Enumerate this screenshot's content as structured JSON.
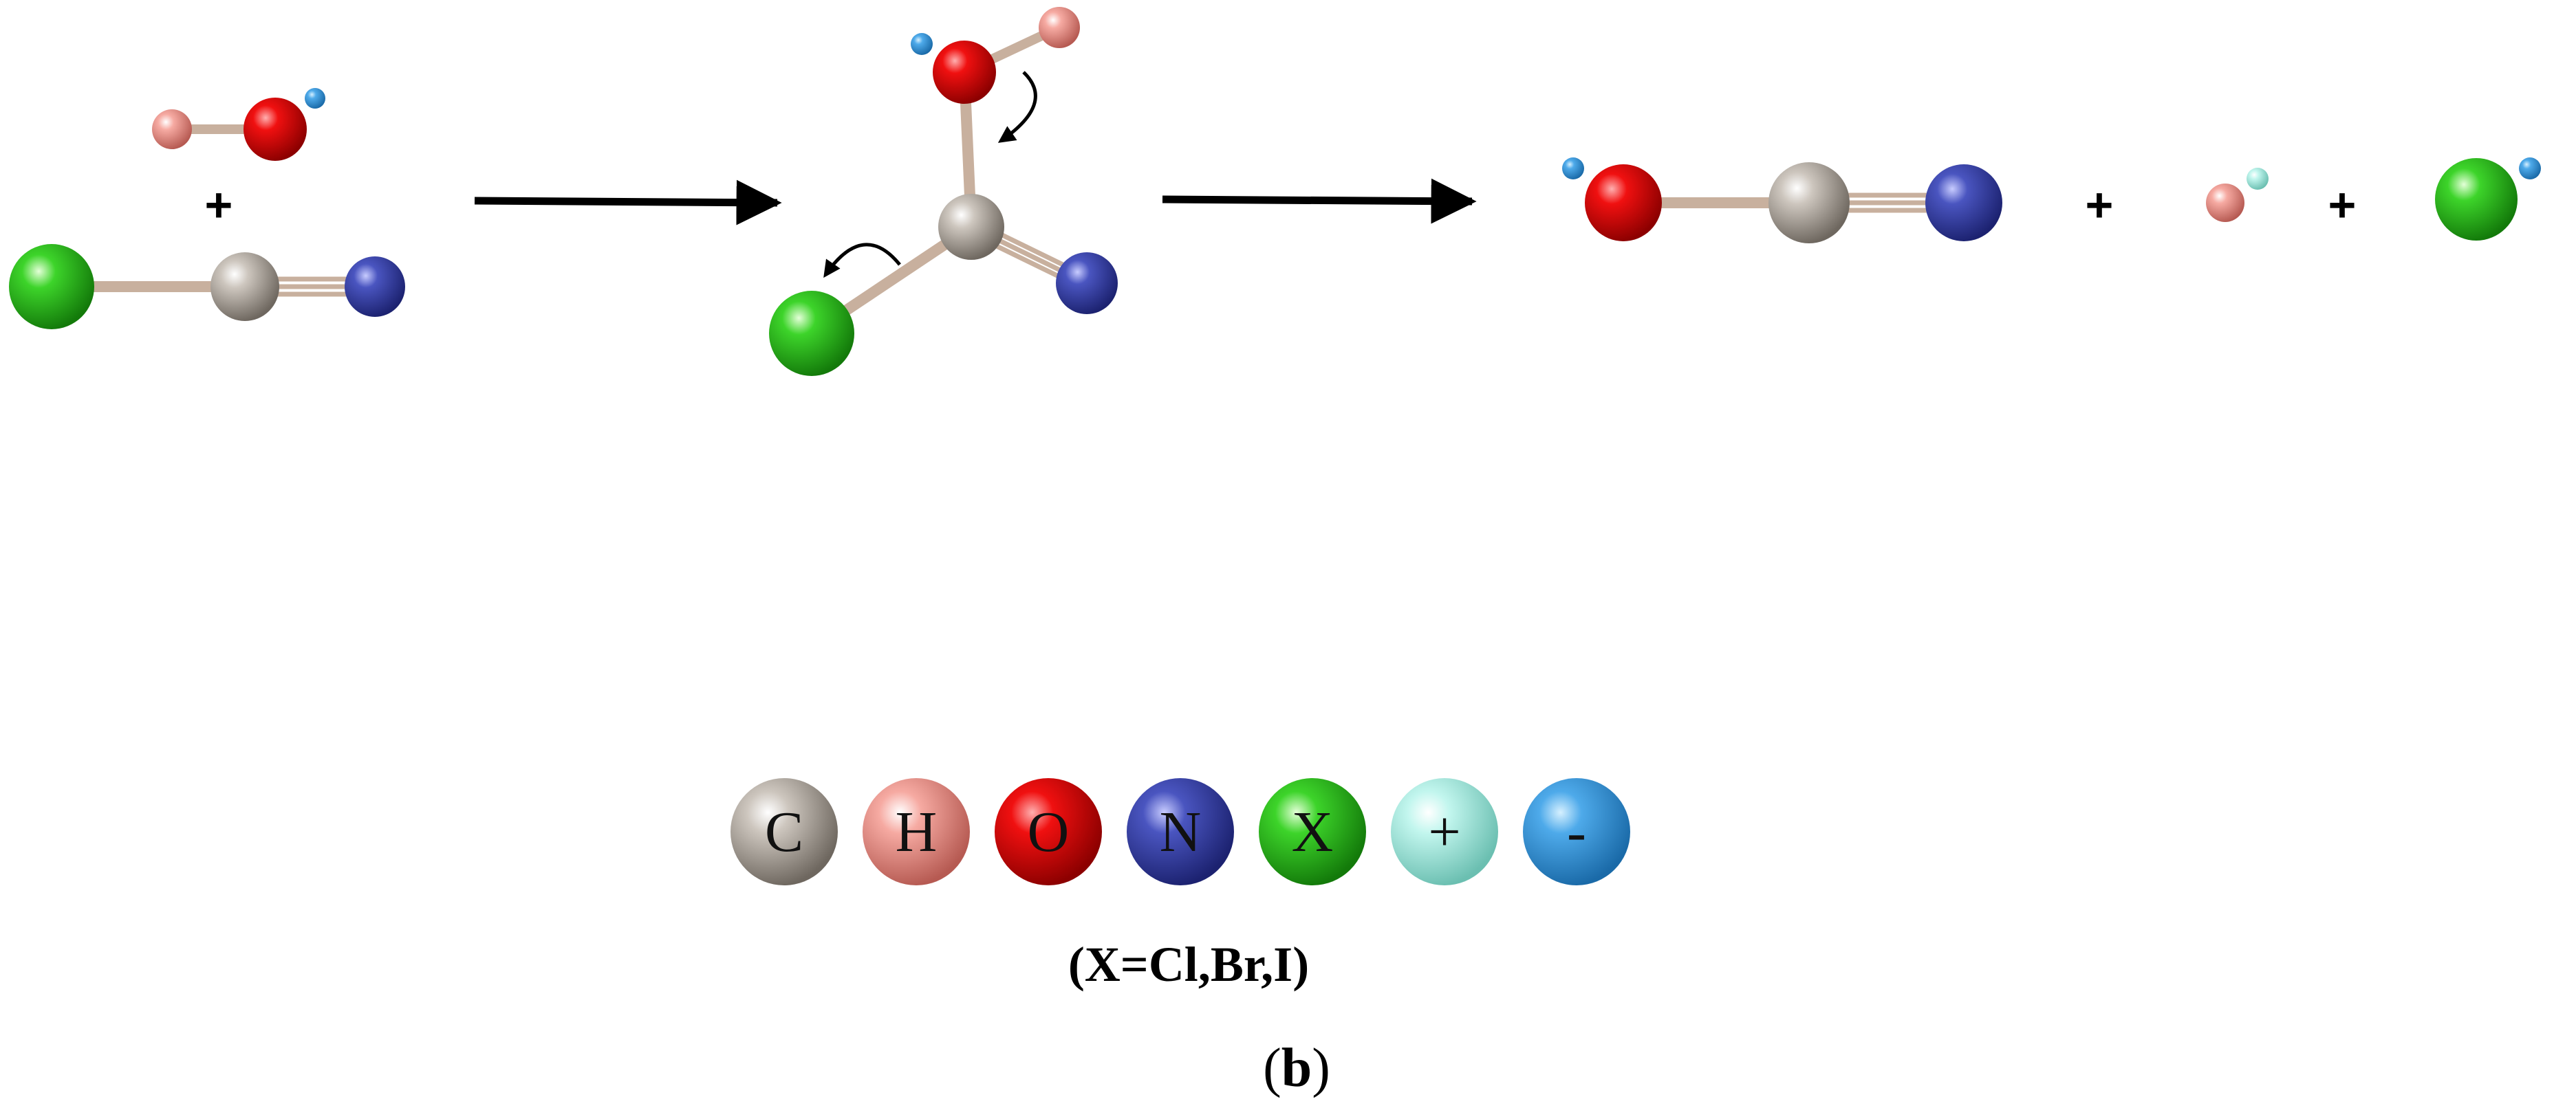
{
  "colors": {
    "C": "#a39c94",
    "H": "#f08a80",
    "O": "#e10a0a",
    "N": "#3a44a8",
    "X": "#2fc21f",
    "plus": "#a6f0e4",
    "minus": "#3e9fe0",
    "bond": "#c8b09e",
    "arrow": "#000000"
  },
  "operators": {
    "plus": "+"
  },
  "legend": {
    "items": [
      {
        "label": "C",
        "color": "#a39c94"
      },
      {
        "label": "H",
        "color": "#f08a80"
      },
      {
        "label": "O",
        "color": "#e10a0a"
      },
      {
        "label": "N",
        "color": "#3a44a8"
      },
      {
        "label": "X",
        "color": "#2fc21f"
      },
      {
        "label": "+",
        "color": "#a6f0e4"
      },
      {
        "label": "-",
        "color": "#3e9fe0"
      }
    ],
    "note": "(X=Cl,Br,I)"
  },
  "panel_label": {
    "open": "(",
    "letter": "b",
    "close": ")"
  }
}
